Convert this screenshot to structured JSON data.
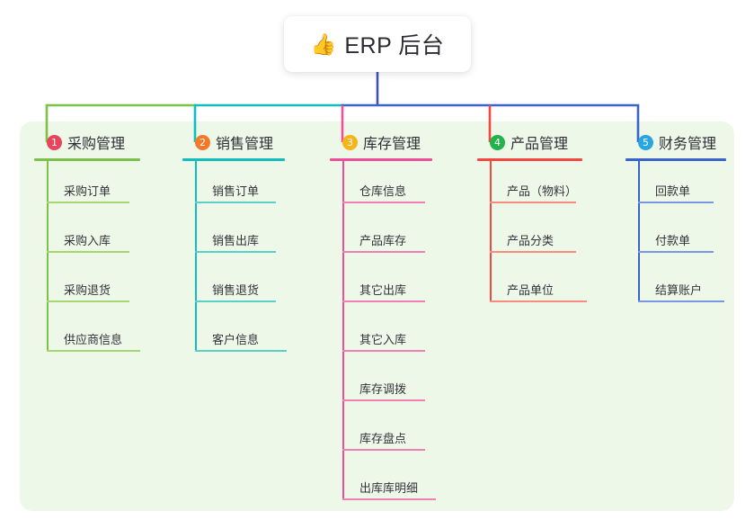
{
  "diagram": {
    "type": "mindmap-orgchart",
    "root": {
      "icon": "thumbs-up-emoji",
      "emoji": "👍",
      "label": "ERP 后台"
    },
    "panel_color": "#eef8e8",
    "branches": [
      {
        "number": "1",
        "title": "采购管理",
        "badge_color": "#e8445c",
        "line_color": "#7cc24a",
        "item_line_color": "#a5d66f",
        "connector_color": "#7cc24a",
        "items": [
          "采购订单",
          "采购入库",
          "采购退货",
          "供应商信息"
        ]
      },
      {
        "number": "2",
        "title": "销售管理",
        "badge_color": "#f4792a",
        "line_color": "#14bdbd",
        "item_line_color": "#5ccfc9",
        "connector_color": "#14bdbd",
        "items": [
          "销售订单",
          "销售出库",
          "销售退货",
          "客户信息"
        ]
      },
      {
        "number": "3",
        "title": "库存管理",
        "badge_color": "#f5b417",
        "line_color": "#ef4e98",
        "item_line_color": "#f07fb4",
        "connector_color": "#ef4e98",
        "items": [
          "仓库信息",
          "产品库存",
          "其它出库",
          "其它入库",
          "库存调拨",
          "库存盘点",
          "出库库明细"
        ]
      },
      {
        "number": "4",
        "title": "产品管理",
        "badge_color": "#23b24b",
        "line_color": "#f4473f",
        "item_line_color": "#f98c80",
        "connector_color": "#f4473f",
        "items": [
          "产品（物料）",
          "产品分类",
          "产品单位"
        ]
      },
      {
        "number": "5",
        "title": "财务管理",
        "badge_color": "#29a5e3",
        "line_color": "#3a63cc",
        "item_line_color": "#7b97e0",
        "connector_color": "#3a63cc",
        "items": [
          "回款单",
          "付款单",
          "结算账户"
        ]
      }
    ],
    "trunk_color": "#3f51b5"
  }
}
